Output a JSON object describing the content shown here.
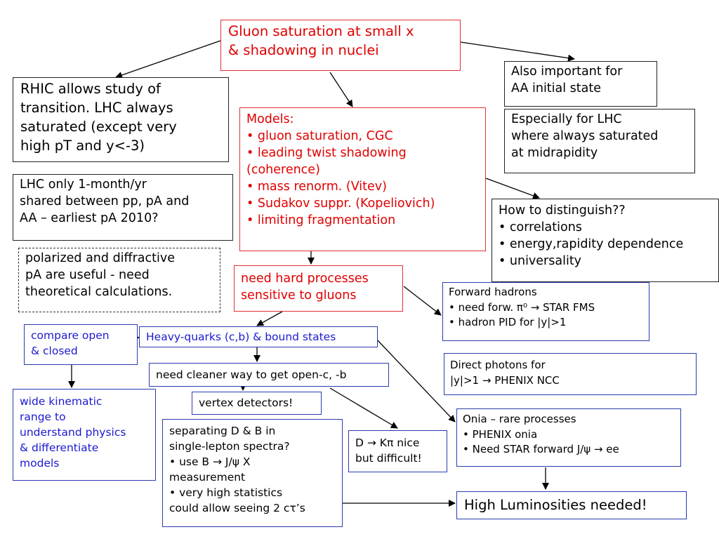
{
  "title_box": [
    "Gluon saturation at small x",
    "& shadowing in nuclei"
  ],
  "rhic_box": [
    "RHIC allows study of",
    "transition. LHC always",
    "saturated (except very",
    "high pT and y<-3)"
  ],
  "lhc_box": [
    "LHC only 1-month/yr",
    "shared between pp, pA and",
    "AA – earliest pA 2010?"
  ],
  "polarized_box": [
    "polarized and diffractive",
    "pA are useful - need",
    "theoretical calculations."
  ],
  "aa_box": [
    "Also important for",
    "AA initial state"
  ],
  "lhc_sat_box": [
    "Especially for LHC",
    "where always saturated",
    "at midrapidity"
  ],
  "models_box": [
    "Models:",
    "• gluon saturation, CGC",
    "• leading twist shadowing",
    "(coherence)",
    "• mass renorm. (Vitev)",
    "• Sudakov suppr. (Kopeliovich)",
    "• limiting fragmentation"
  ],
  "distinguish_box": [
    "How to distinguish??",
    "• correlations",
    "• energy,rapidity dependence",
    "• universality"
  ],
  "hard_box": [
    "need hard processes",
    "sensitive to gluons"
  ],
  "forward_box": [
    "Forward hadrons",
    "• need forw. π⁰ → STAR FMS",
    "• hadron PID for |y|>1"
  ],
  "heavy_box": [
    "Heavy-quarks (c,b) & bound states"
  ],
  "compare_box": [
    "compare open",
    "& closed"
  ],
  "cleaner_box": [
    "need cleaner way to get open-c, -b"
  ],
  "direct_box": [
    "Direct photons for",
    "|y|>1 → PHENIX NCC"
  ],
  "wide_box": [
    "wide kinematic",
    "range to",
    "understand physics",
    "& differentiate",
    "models"
  ],
  "vertex_box": [
    "vertex detectors!"
  ],
  "separating_box": [
    "separating D & B in",
    "single-lepton spectra?",
    "• use B → J/ψ X",
    "measurement",
    "• very high statistics",
    "could allow seeing 2 cτ’s"
  ],
  "dk_box": [
    "D → Kπ nice",
    "but difficult!"
  ],
  "onia_box": [
    "Onia – rare processes",
    "• PHENIX onia",
    "• Need STAR forward J/ψ → ee"
  ],
  "lumi_box": [
    "High Luminosities needed!"
  ],
  "colors": {
    "red": "#e00000",
    "blue_text": "#1a1ad0",
    "blue_border": "#2a3cb0",
    "black": "#000000"
  }
}
